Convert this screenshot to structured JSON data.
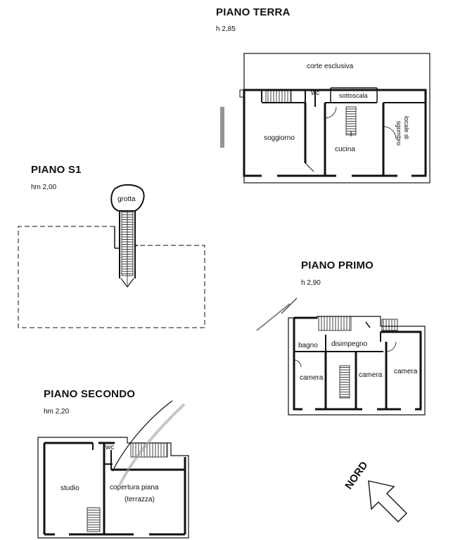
{
  "floors": {
    "terra": {
      "title": "PIANO TERRA",
      "height": "h 2,85",
      "rooms": {
        "corte": "corte esclusiva",
        "wc": "wc",
        "sottoscala": "sottoscala",
        "soggiorno": "soggiorno",
        "cucina": "cucina",
        "locale_line1": "locale di",
        "locale_line2": "sgombro"
      }
    },
    "s1": {
      "title": "PIANO S1",
      "height": "hm 2,00",
      "rooms": {
        "grotta": "grotta"
      }
    },
    "primo": {
      "title": "PIANO PRIMO",
      "height": "h 2,90",
      "rooms": {
        "bagno": "bagno",
        "disimpegno": "disimpegno",
        "camera1": "camera",
        "camera2": "camera",
        "camera3": "camera"
      }
    },
    "secondo": {
      "title": "PIANO SECONDO",
      "height": "hm 2,20",
      "rooms": {
        "wc": "wc",
        "studio": "studio",
        "copertura": "copertura piana",
        "terrazza": "(terrazza)"
      }
    }
  },
  "compass": {
    "label": "NORD"
  },
  "colors": {
    "ink": "#111111",
    "paper": "#ffffff",
    "smudge": "#7a7a7a"
  }
}
